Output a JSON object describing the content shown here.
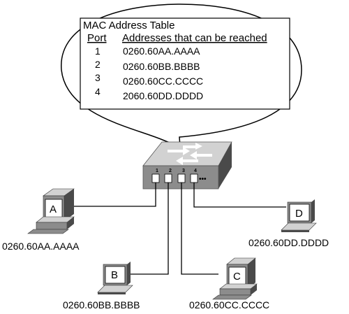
{
  "table": {
    "title": "MAC Address Table",
    "port_header": "Port",
    "addr_header": "Addresses that can be reached",
    "rows": [
      {
        "port": "1",
        "address": "0260.60AA.AAAA"
      },
      {
        "port": "2",
        "address": "0260.60BB.BBBB"
      },
      {
        "port": "3",
        "address": "0260.60CC.CCCC"
      },
      {
        "port": "4",
        "address": "2060.60DD.DDDD"
      }
    ]
  },
  "switch": {
    "port_labels": [
      "1",
      "2",
      "3",
      "4"
    ],
    "more_ports": "•••"
  },
  "hosts": {
    "a": {
      "letter": "A",
      "address": "0260.60AA.AAAA"
    },
    "b": {
      "letter": "B",
      "address": "0260.60BB.BBBB"
    },
    "c": {
      "letter": "C",
      "address": "0260.60CC.CCCC"
    },
    "d": {
      "letter": "D",
      "address": "0260.60DD.DDDD"
    }
  },
  "colors": {
    "device_dark": "#4a4a4a",
    "device_mid": "#8c8c8c",
    "device_light": "#d2d2d2"
  }
}
